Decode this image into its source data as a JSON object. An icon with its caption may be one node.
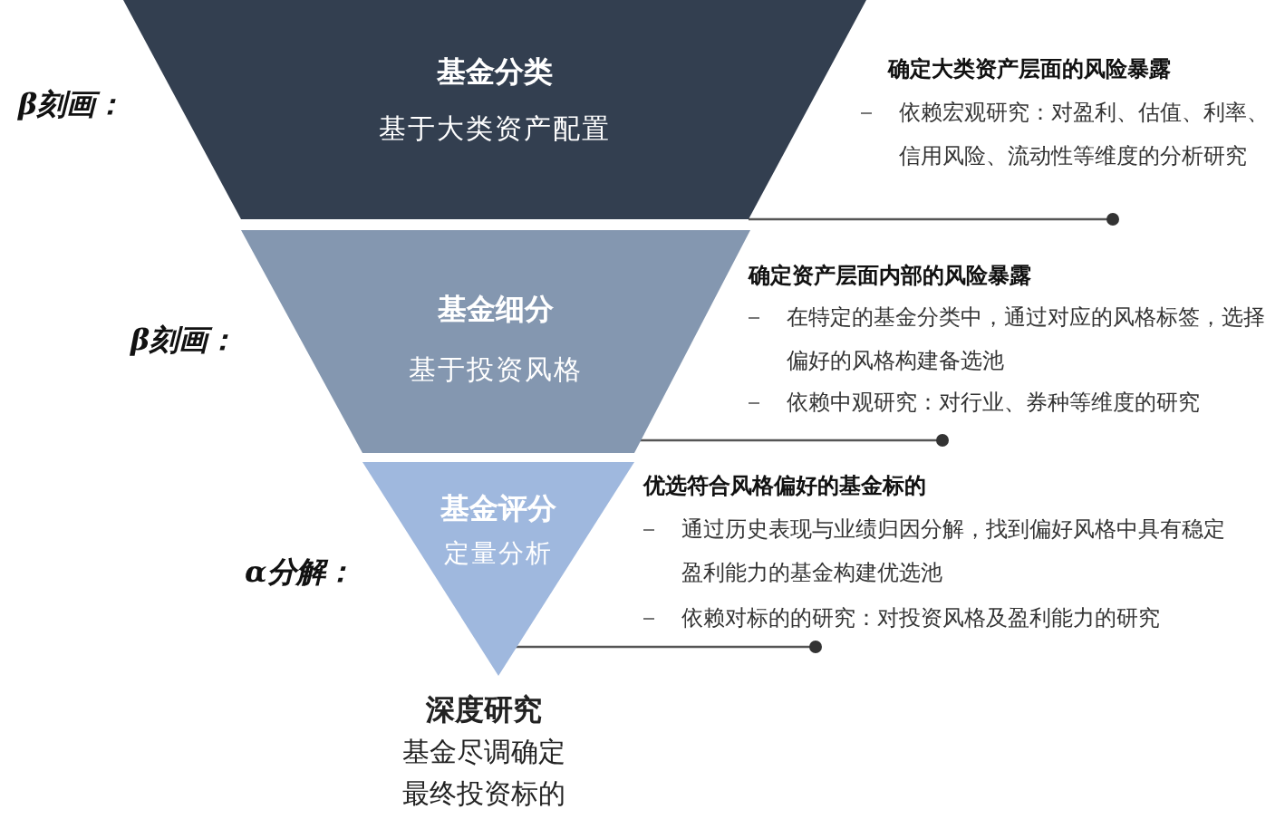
{
  "diagram": {
    "nodes": [
      {
        "text": [
          "基金分类",
          "基于大类资产配置"
        ],
        "beside": [
          "β刻画："
        ]
      },
      {
        "text": [
          "基金细分",
          "基于投资风格"
        ],
        "beside": [
          "β刻画："
        ]
      },
      {
        "text": [
          "基金评分",
          "定量分析"
        ],
        "beside": [
          "α分解："
        ]
      }
    ],
    "edges": [],
    "labels": [
      "确定大类资产层面的风险暴露",
      "依赖宏观研究：对盈利、估值、利率、信用风险、流动性等维度的分析研究",
      "确定资产层面内部的风险暴露",
      "在特定的基金分类中，通过对应的风格标签，选择偏好的风格构建备选池",
      "依赖中观研究：对行业、券种等维度的研究",
      "优选符合风格偏好的基金标的",
      "通过历史表现与业绩归因分解，找到偏好风格中具有稳定盈利能力的基金构建优选池",
      "依赖对标的的研究：对投资风格及盈利能力的研究",
      "深度研究",
      "基金尽调确定最终投资标的"
    ]
  }
}
